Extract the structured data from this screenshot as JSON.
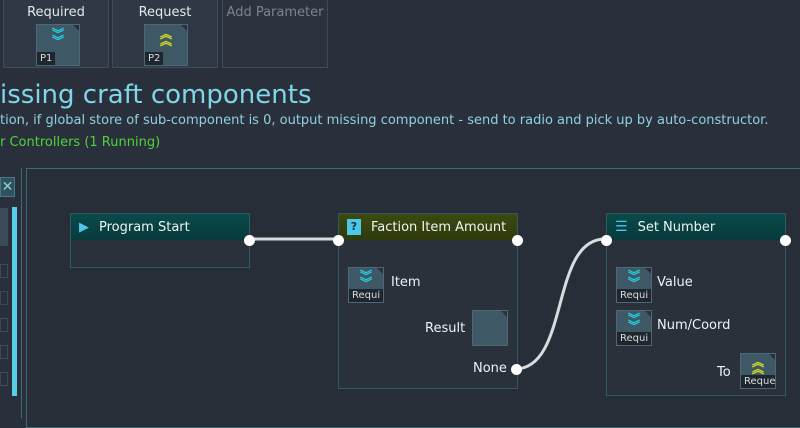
{
  "parameters": [
    {
      "label": "Required",
      "tag": "P1",
      "icon": "chevron-down-cyan-icon"
    },
    {
      "label": "Request",
      "tag": "P2",
      "icon": "chevron-up-yellow-icon"
    }
  ],
  "add_parameter": "Add Parameter",
  "program": {
    "title": "issing craft components",
    "description": "tion, if global store of sub-component is 0, output missing component - send to radio and pick up by auto-constructor.",
    "controllers": "r Controllers (1 Running)"
  },
  "nodes": {
    "start": {
      "title": "Program Start"
    },
    "faction": {
      "title": "Faction Item Amount",
      "item_label": "Item",
      "item_tag": "Requi",
      "result_label": "Result",
      "none_label": "None"
    },
    "set": {
      "title": "Set Number",
      "value_label": "Value",
      "value_tag": "Requi",
      "num_label": "Num/Coord",
      "num_tag": "Requi",
      "to_label": "To",
      "to_tag": "Reque"
    }
  },
  "colors": {
    "accent": "#7fd6e8",
    "running": "#4fd23a",
    "required": "#22d0e0",
    "request": "#d6e020"
  }
}
